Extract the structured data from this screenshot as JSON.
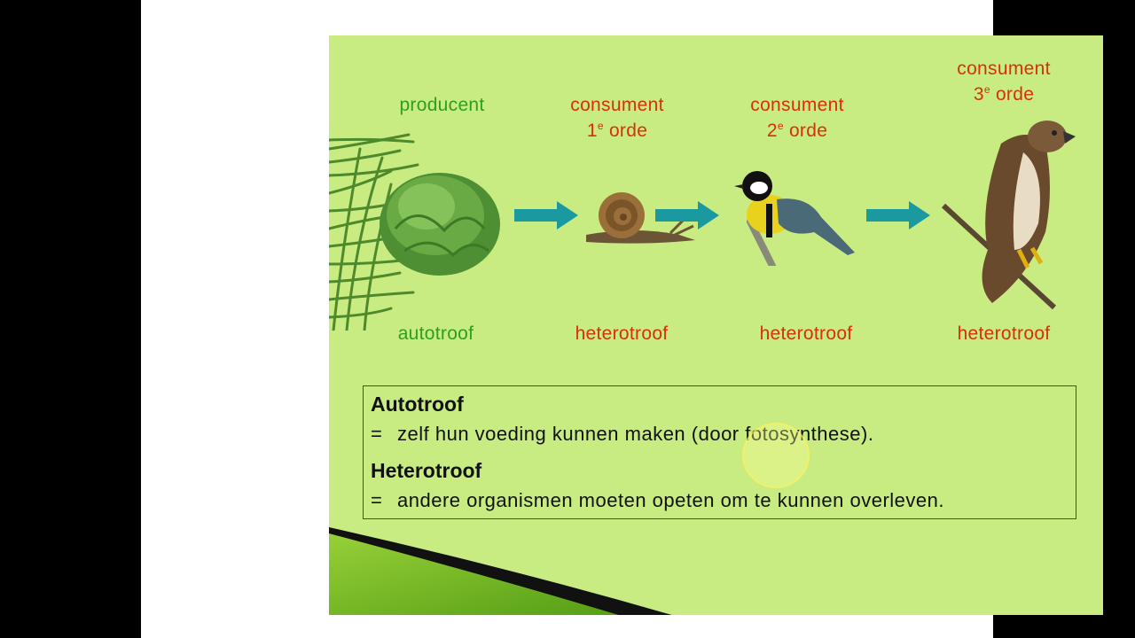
{
  "chain": {
    "producer": {
      "role": "producent",
      "type": "autotroof"
    },
    "consumer1": {
      "role": "consument",
      "order_num": "1",
      "order_sup": "e",
      "order_word": "orde",
      "type": "heterotroof"
    },
    "consumer2": {
      "role": "consument",
      "order_num": "2",
      "order_sup": "e",
      "order_word": "orde",
      "type": "heterotroof"
    },
    "consumer3": {
      "role": "consument",
      "order_num": "3",
      "order_sup": "e",
      "order_word": "orde",
      "type": "heterotroof"
    }
  },
  "definitions": {
    "autotroof": {
      "term": "Autotroof",
      "eq": "=",
      "text": "zelf hun voeding kunnen maken (door fotosynthese)."
    },
    "heterotroof": {
      "term": "Heterotroof",
      "eq": "=",
      "text": "andere organismen moeten opeten om te kunnen overleven."
    }
  },
  "colors": {
    "producer": "#2f9e1f",
    "consumer": "#d8300a",
    "arrow": "#1a9aa0",
    "slide_bg": "#c8ec82"
  },
  "icons": [
    "grass-lettuce-image",
    "snail-image",
    "bird-image",
    "hawk-image",
    "arrow-right-icon"
  ]
}
